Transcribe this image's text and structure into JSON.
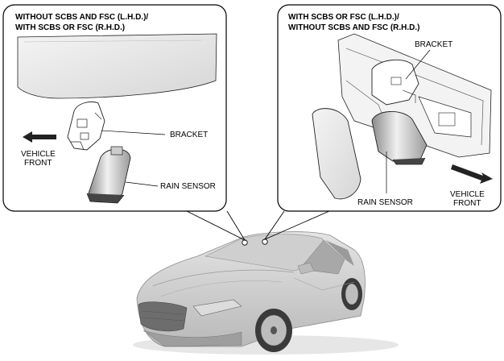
{
  "left_panel": {
    "title_line1": "WITHOUT SCBS AND FSC (L.H.D.)/",
    "title_line2": "WITH SCBS OR FSC (R.H.D.)",
    "bracket_label": "BRACKET",
    "rain_sensor_label": "RAIN SENSOR",
    "direction_line1": "VEHICLE",
    "direction_line2": "FRONT"
  },
  "right_panel": {
    "title_line1": "WITH SCBS OR FSC (L.H.D.)/",
    "title_line2": "WITHOUT SCBS AND FSC (R.H.D.)",
    "bracket_label": "BRACKET",
    "rain_sensor_label": "RAIN SENSOR",
    "direction_line1": "VEHICLE",
    "direction_line2": "FRONT"
  }
}
